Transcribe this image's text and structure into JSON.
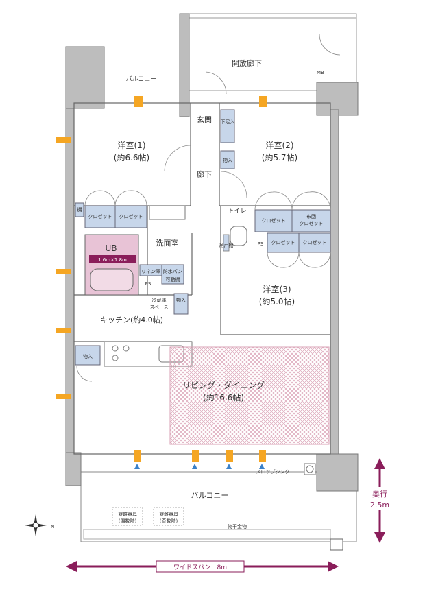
{
  "rooms": {
    "open_corridor": "開放廊下",
    "mb": "MB",
    "balcony_top": "バルコニー",
    "balcony_bottom": "バルコニー",
    "entrance": "玄関",
    "shoe_storage": "下足入",
    "storage": "物入",
    "hallway": "廊下",
    "western1_name": "洋室(1)",
    "western1_size": "(約6.6帖)",
    "western2_name": "洋室(2)",
    "western2_size": "(約5.7帖)",
    "western3_name": "洋室(3)",
    "western3_size": "(約5.0帖)",
    "closet": "クロゼット",
    "futon_closet_1": "布団",
    "futon_closet_2": "クロゼット",
    "shelf": "棚",
    "toilet": "トイレ",
    "hanging_shelf": "吊戸棚",
    "ps": "PS",
    "washroom": "洗面室",
    "ub": "UB",
    "ub_size": "1.6m×1.8m",
    "linen": "リネン庫",
    "waterproof_pan": "防水パン",
    "movable_shelf": "可動棚",
    "fridge_1": "冷蔵庫",
    "fridge_2": "スペース",
    "kitchen": "キッチン(約4.0帖)",
    "living_name": "リビング・ダイニング",
    "living_size": "(約16.6帖)",
    "slop_sink": "スロップシンク",
    "evac1_a": "避難器具",
    "evac1_b": "(偶数階)",
    "evac2_a": "避難器具",
    "evac2_b": "(奇数階)",
    "drying_rack": "物干金物",
    "compass": "N"
  },
  "dimensions": {
    "wide_span": "ワイドスパン　8m",
    "depth_label": "奥行",
    "depth_value": "2.5m"
  },
  "colors": {
    "wall": "#bdbdbd",
    "closet": "#c7d6ea",
    "ub": "#e8c3d6",
    "floor_heating": "#d9a0b4",
    "arrow": "#8a1d5a",
    "vent": "#f5a623",
    "vent_blue": "#3a80c8"
  }
}
